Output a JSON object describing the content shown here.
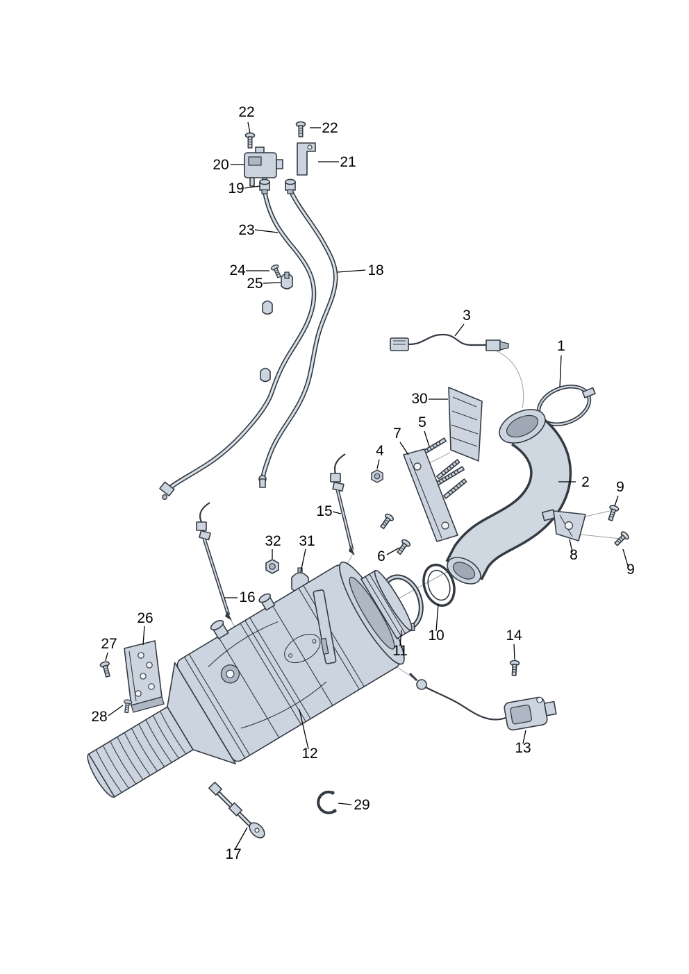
{
  "style": {
    "background": "#ffffff",
    "outline_color": "#343a42",
    "part_fill": "#ccd5df",
    "label_color": "#000000"
  },
  "callouts": [
    {
      "label": "22"
    },
    {
      "label": "22"
    },
    {
      "label": "20"
    },
    {
      "label": "21"
    },
    {
      "label": "19"
    },
    {
      "label": "23"
    },
    {
      "label": "24"
    },
    {
      "label": "25"
    },
    {
      "label": "18"
    },
    {
      "label": "3"
    },
    {
      "label": "1"
    },
    {
      "label": "30"
    },
    {
      "label": "5"
    },
    {
      "label": "7"
    },
    {
      "label": "4"
    },
    {
      "label": "2"
    },
    {
      "label": "9"
    },
    {
      "label": "15"
    },
    {
      "label": "32"
    },
    {
      "label": "31"
    },
    {
      "label": "6"
    },
    {
      "label": "8"
    },
    {
      "label": "9"
    },
    {
      "label": "16"
    },
    {
      "label": "10"
    },
    {
      "label": "11"
    },
    {
      "label": "26"
    },
    {
      "label": "27"
    },
    {
      "label": "14"
    },
    {
      "label": "28"
    },
    {
      "label": "12"
    },
    {
      "label": "13"
    },
    {
      "label": "29"
    },
    {
      "label": "17"
    }
  ]
}
